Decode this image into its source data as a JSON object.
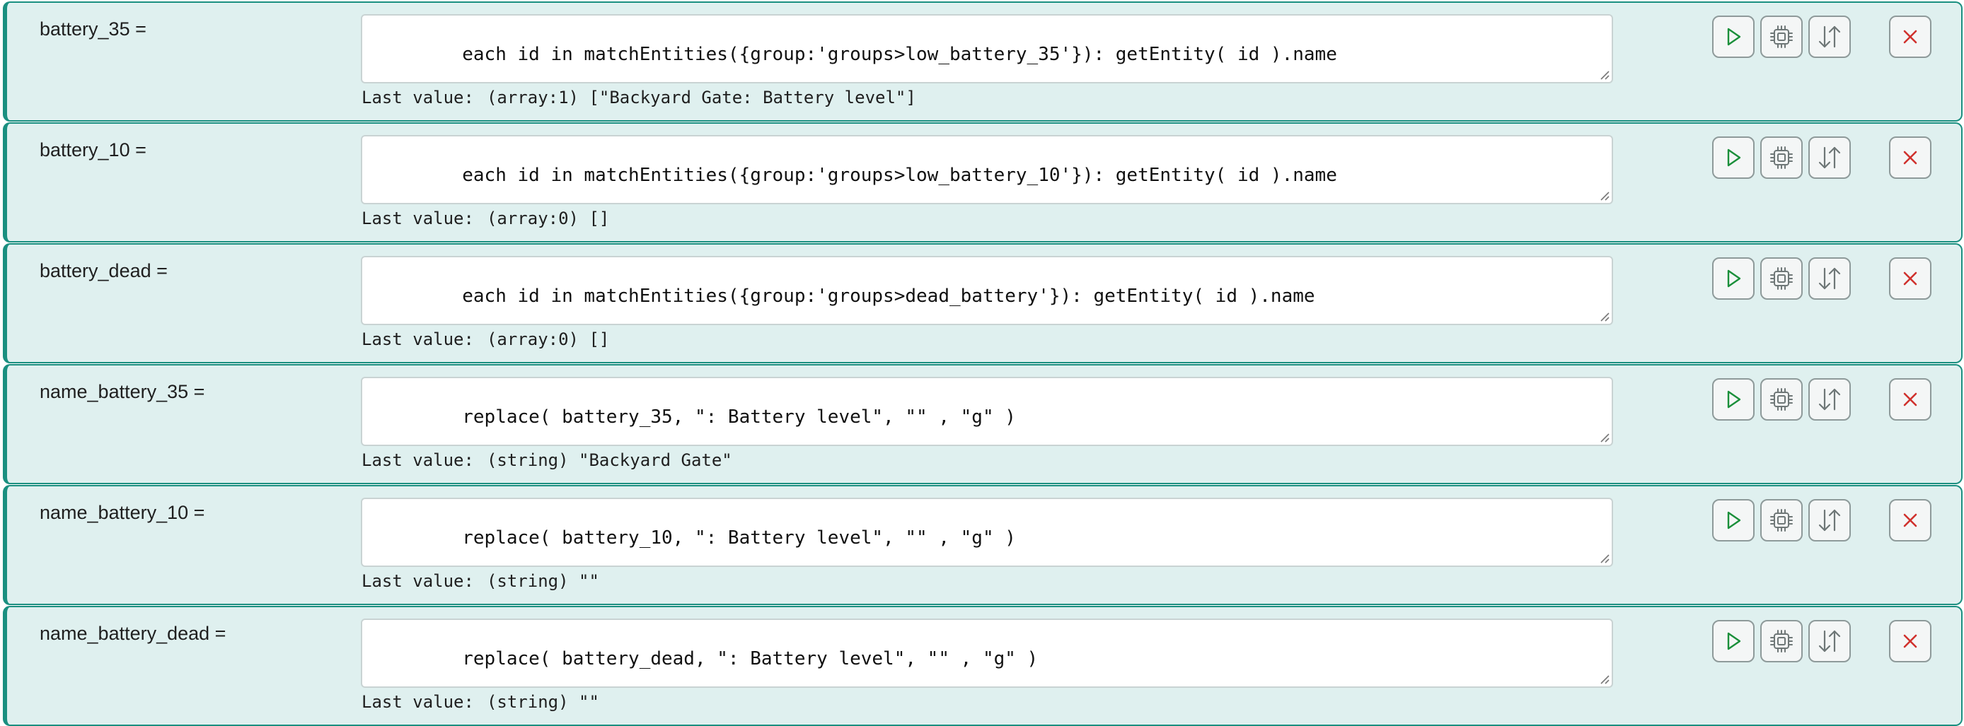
{
  "expressions": [
    {
      "name": "battery_35 =",
      "expression": "each id in matchEntities({group:'groups>low_battery_35'}): getEntity( id ).name",
      "last_value_label": "Last value:",
      "last_value": "(array:1) [\"Backyard Gate: Battery level\"]"
    },
    {
      "name": "battery_10 =",
      "expression": "each id in matchEntities({group:'groups>low_battery_10'}): getEntity( id ).name",
      "last_value_label": "Last value:",
      "last_value": "(array:0) []"
    },
    {
      "name": "battery_dead =",
      "expression": "each id in matchEntities({group:'groups>dead_battery'}): getEntity( id ).name",
      "last_value_label": "Last value:",
      "last_value": "(array:0) []"
    },
    {
      "name": "name_battery_35 =",
      "expression": "replace( battery_35, \": Battery level\", \"\" , \"g\" )",
      "last_value_label": "Last value:",
      "last_value": "(string) \"Backyard Gate\""
    },
    {
      "name": "name_battery_10 =",
      "expression": "replace( battery_10, \": Battery level\", \"\" , \"g\" )",
      "last_value_label": "Last value:",
      "last_value": "(string) \"\""
    },
    {
      "name": "name_battery_dead =",
      "expression": "replace( battery_dead, \": Battery level\", \"\" , \"g\" )",
      "last_value_label": "Last value:",
      "last_value": "(string) \"\""
    }
  ],
  "row_actions": {
    "run_icon": "play-icon",
    "cpu_icon": "cpu-chip-icon",
    "sort_icon": "sort-arrows-icon",
    "delete_icon": "close-icon"
  },
  "colors": {
    "row_background": "#dff0ef",
    "row_border": "#1a8f80",
    "run_icon": "#1a8f3a",
    "delete_icon": "#d0312d",
    "neutral_icon": "#6e7777"
  }
}
